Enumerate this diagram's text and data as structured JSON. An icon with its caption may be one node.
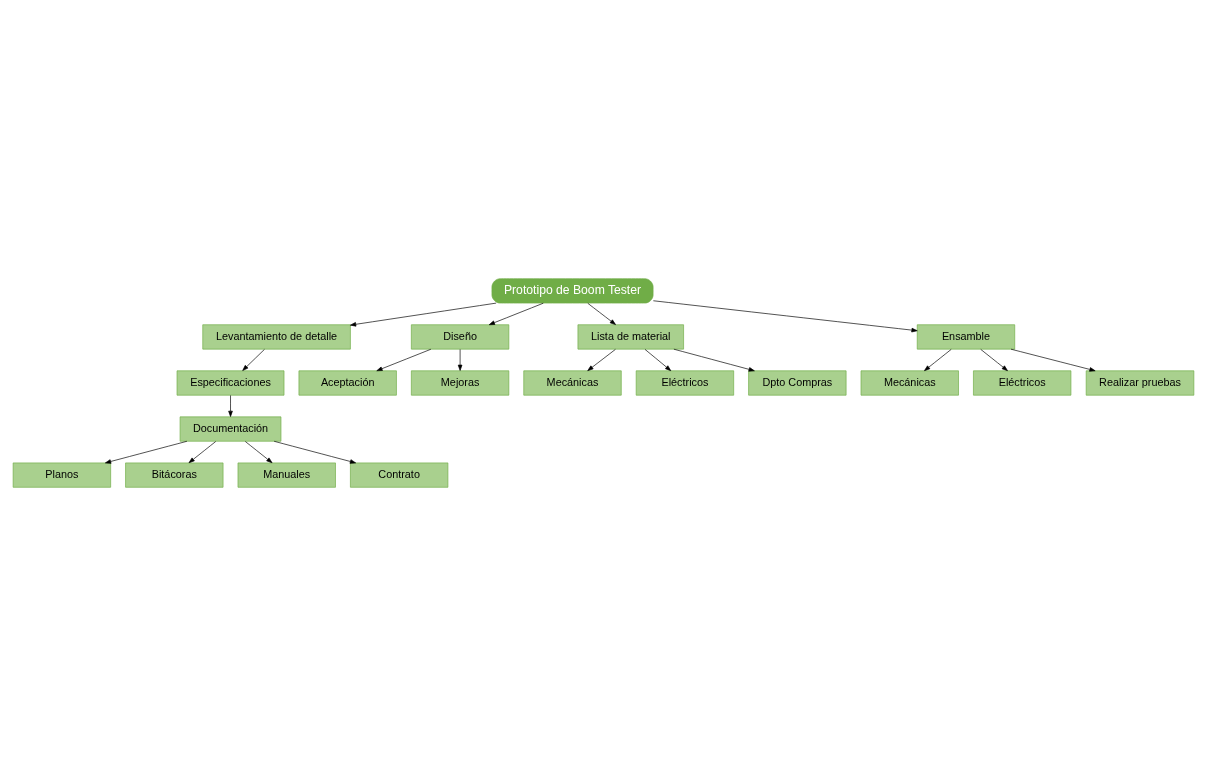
{
  "diagram": {
    "nodes": [
      {
        "text": [
          "Prototipo de Boom Tester"
        ]
      },
      {
        "text": [
          "Levantamiento de detalle"
        ]
      },
      {
        "text": [
          "Diseño"
        ]
      },
      {
        "text": [
          "Lista de material"
        ]
      },
      {
        "text": [
          "Ensamble"
        ]
      },
      {
        "text": [
          "Especificaciones"
        ]
      },
      {
        "text": [
          "Documentación"
        ]
      },
      {
        "text": [
          "Planos"
        ]
      },
      {
        "text": [
          "Bitácoras"
        ]
      },
      {
        "text": [
          "Manuales"
        ]
      },
      {
        "text": [
          "Contrato"
        ]
      },
      {
        "text": [
          "Aceptación"
        ]
      },
      {
        "text": [
          "Mejoras"
        ]
      },
      {
        "text": [
          "Mecánicas"
        ]
      },
      {
        "text": [
          "Eléctricos"
        ]
      },
      {
        "text": [
          "Dpto Compras"
        ]
      },
      {
        "text": [
          "Mecánicas"
        ]
      },
      {
        "text": [
          "Eléctricos"
        ]
      },
      {
        "text": [
          "Realizar pruebas"
        ]
      }
    ],
    "edges": [
      {
        "from": 0,
        "to": 1,
        "arrow": "to"
      },
      {
        "from": 0,
        "to": 2,
        "arrow": "to"
      },
      {
        "from": 0,
        "to": 3,
        "arrow": "to"
      },
      {
        "from": 0,
        "to": 4,
        "arrow": "to"
      },
      {
        "from": 1,
        "to": 5,
        "arrow": "to"
      },
      {
        "from": 5,
        "to": 6,
        "arrow": "to"
      },
      {
        "from": 6,
        "to": 7,
        "arrow": "to"
      },
      {
        "from": 6,
        "to": 8,
        "arrow": "to"
      },
      {
        "from": 6,
        "to": 9,
        "arrow": "to"
      },
      {
        "from": 6,
        "to": 10,
        "arrow": "to"
      },
      {
        "from": 2,
        "to": 11,
        "arrow": "to"
      },
      {
        "from": 2,
        "to": 12,
        "arrow": "to"
      },
      {
        "from": 3,
        "to": 13,
        "arrow": "to"
      },
      {
        "from": 3,
        "to": 14,
        "arrow": "to"
      },
      {
        "from": 3,
        "to": 15,
        "arrow": "to"
      },
      {
        "from": 4,
        "to": 16,
        "arrow": "to"
      },
      {
        "from": 4,
        "to": 17,
        "arrow": "to"
      },
      {
        "from": 4,
        "to": 18,
        "arrow": "to"
      }
    ]
  }
}
